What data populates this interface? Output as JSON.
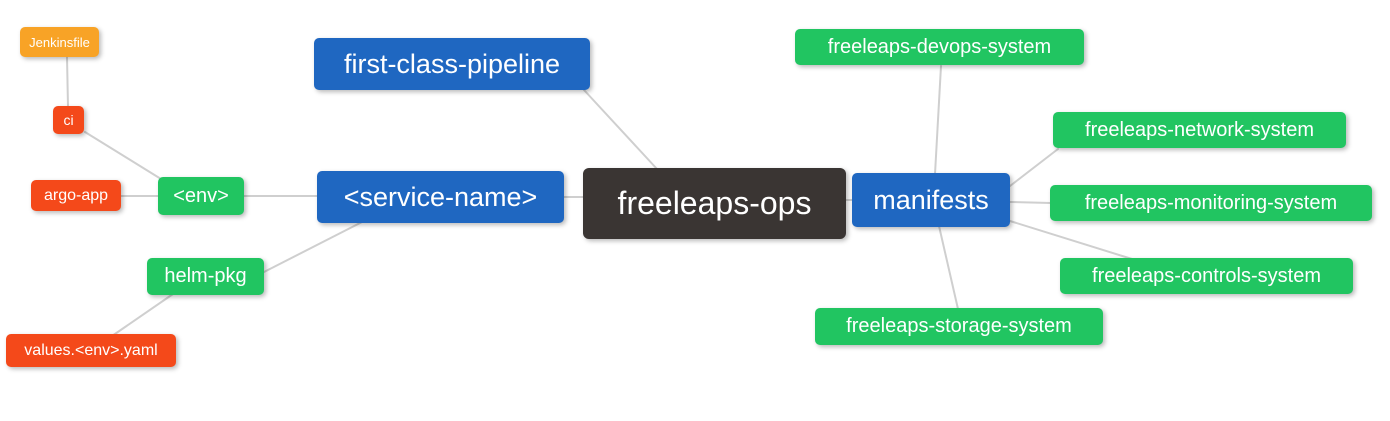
{
  "diagram": {
    "type": "mindmap",
    "background": "#ffffff",
    "edge_color": "#cfcfcf",
    "colors": {
      "blue": "#1f67c1",
      "green": "#21c561",
      "red": "#f4491a",
      "orange": "#f8a326",
      "dark": "#3a3533",
      "text": "#ffffff"
    },
    "nodes": {
      "root": {
        "label": "freeleaps-ops",
        "color": "dark"
      },
      "first_class_pipeline": {
        "label": "first-class-pipeline",
        "color": "blue"
      },
      "service_name": {
        "label": "<service-name>",
        "color": "blue"
      },
      "manifests": {
        "label": "manifests",
        "color": "blue"
      },
      "env": {
        "label": "<env>",
        "color": "green"
      },
      "helm_pkg": {
        "label": "helm-pkg",
        "color": "green"
      },
      "ci": {
        "label": "ci",
        "color": "red"
      },
      "argo_app": {
        "label": "argo-app",
        "color": "red"
      },
      "values_env_yaml": {
        "label": "values.<env>.yaml",
        "color": "red"
      },
      "jenkinsfile": {
        "label": "Jenkinsfile",
        "color": "orange"
      },
      "devops_system": {
        "label": "freeleaps-devops-system",
        "color": "green"
      },
      "network_system": {
        "label": "freeleaps-network-system",
        "color": "green"
      },
      "monitoring_system": {
        "label": "freeleaps-monitoring-system",
        "color": "green"
      },
      "controls_system": {
        "label": "freeleaps-controls-system",
        "color": "green"
      },
      "storage_system": {
        "label": "freeleaps-storage-system",
        "color": "green"
      }
    },
    "edges": [
      [
        "jenkinsfile",
        "ci"
      ],
      [
        "ci",
        "env"
      ],
      [
        "argo_app",
        "env"
      ],
      [
        "env",
        "service_name"
      ],
      [
        "helm_pkg",
        "service_name"
      ],
      [
        "values_env_yaml",
        "helm_pkg"
      ],
      [
        "first_class_pipeline",
        "root"
      ],
      [
        "service_name",
        "root"
      ],
      [
        "root",
        "manifests"
      ],
      [
        "manifests",
        "devops_system"
      ],
      [
        "manifests",
        "network_system"
      ],
      [
        "manifests",
        "monitoring_system"
      ],
      [
        "manifests",
        "controls_system"
      ],
      [
        "manifests",
        "storage_system"
      ]
    ]
  }
}
